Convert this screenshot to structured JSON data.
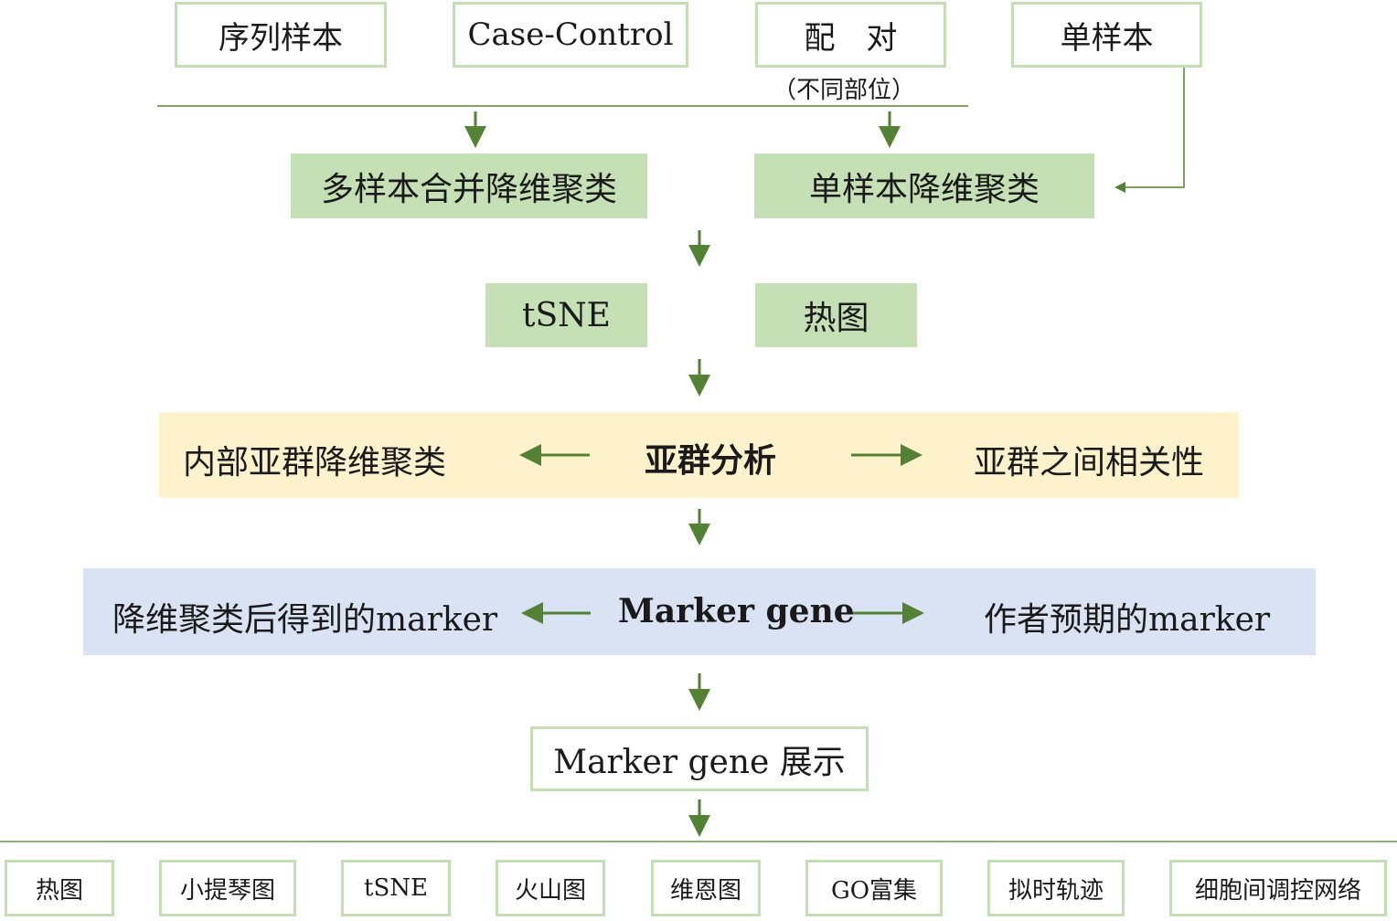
{
  "inputs": {
    "sequence_samples": "序列样本",
    "case_control": "Case-Control",
    "paired": "配　对",
    "paired_note": "（不同部位）",
    "single_sample": "单样本"
  },
  "clustering": {
    "multi_sample": "多样本合并降维聚类",
    "single_sample": "单样本降维聚类"
  },
  "viz": {
    "tsne": "tSNE",
    "heatmap": "热图"
  },
  "subgroup": {
    "left": "内部亚群降维聚类",
    "center": "亚群分析",
    "right": "亚群之间相关性"
  },
  "marker": {
    "left": "降维聚类后得到的marker",
    "center": "Marker gene",
    "right": "作者预期的marker"
  },
  "display": {
    "label": "Marker gene 展示"
  },
  "outputs": [
    "热图",
    "小提琴图",
    "tSNE",
    "火山图",
    "维恩图",
    "GO富集",
    "拟时轨迹",
    "细胞间调控网络"
  ],
  "colors": {
    "arrow": "#548235",
    "box_border": "#c5dfb4",
    "box_fill": "#c5e0b4",
    "yellow_band": "#fdf2cc",
    "blue_band": "#dae3f3"
  }
}
